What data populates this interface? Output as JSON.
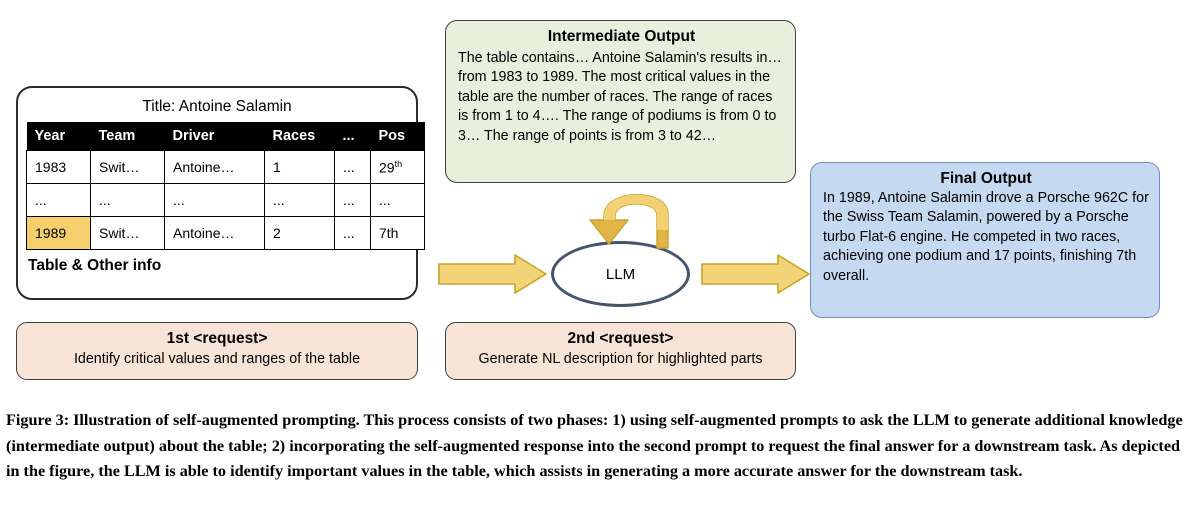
{
  "figure": {
    "table_card": {
      "title": "Title: Antoine Salamin",
      "footnote": "Table & Other info",
      "columns": [
        "Year",
        "Team",
        "Driver",
        "Races",
        "...",
        "Pos"
      ],
      "rows": [
        {
          "year": "1983",
          "team": "Swit…",
          "driver": "Antoine…",
          "races": "1",
          "dots": "...",
          "pos": "29",
          "pos_suffix": "th",
          "highlight": false
        },
        {
          "year": "...",
          "team": "...",
          "driver": "...",
          "races": "...",
          "dots": "...",
          "pos": "...",
          "pos_suffix": "",
          "highlight": false
        },
        {
          "year": "1989",
          "team": "Swit…",
          "driver": "Antoine…",
          "races": "2",
          "dots": "...",
          "pos": "7th",
          "pos_suffix": "",
          "highlight": true
        }
      ]
    },
    "intermediate_output": {
      "title": "Intermediate Output",
      "body": "The table contains… Antoine Salamin's results in… from 1983 to 1989. The most critical values in the table are the number of races. The range of races is from 1 to 4…. The range of podiums is from 0 to 3… The range of points is from 3 to 42…"
    },
    "final_output": {
      "title": "Final Output",
      "body": "In 1989, Antoine Salamin drove a Porsche 962C for the Swiss Team Salamin, powered by a Porsche turbo Flat-6 engine. He competed in two races, achieving one podium and 17 points, finishing 7th overall."
    },
    "request_1": {
      "title": "1st <request>",
      "subtitle": "Identify critical values and ranges of the table"
    },
    "request_2": {
      "title": "2nd <request>",
      "subtitle": "Generate NL description for highlighted parts"
    },
    "llm_node": {
      "label": "LLM"
    },
    "icons": {
      "arrow_in": "right-arrow-icon",
      "arrow_out": "right-arrow-icon",
      "arrow_loop": "curved-feedback-arrow-icon"
    },
    "colors": {
      "intermediate_bg": "#e7efdd",
      "final_bg": "#c5d9f1",
      "request_bg": "#f8e4d7",
      "highlight_cell": "#f5cf6b",
      "arrow_fill": "#f2d377",
      "arrow_stroke": "#c9a227",
      "ellipse_stroke": "#44546a",
      "table_header_bg": "#000000"
    }
  },
  "caption": {
    "text": "Figure 3: Illustration of self-augmented prompting. This process consists of two phases: 1) using self-augmented prompts to ask the LLM to generate additional knowledge (intermediate output) about the table; 2) incorporating the self-augmented response into the second prompt to request the final answer for a downstream task. As depicted in the figure, the LLM is able to identify important values in the table, which assists in generating a more accurate answer for the downstream task."
  }
}
